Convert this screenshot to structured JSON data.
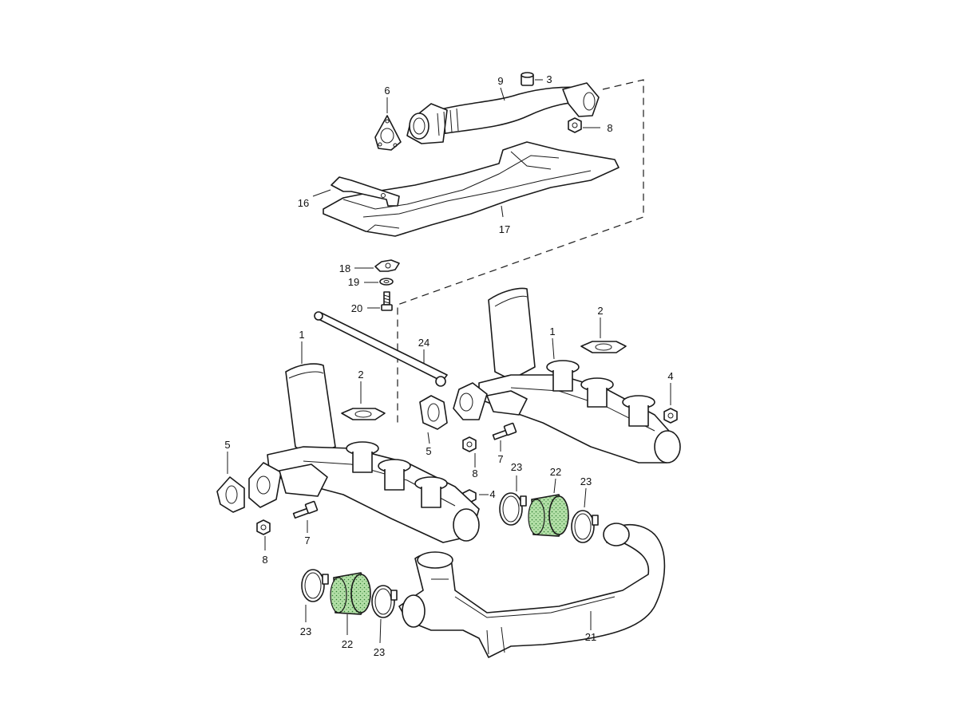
{
  "diagram": {
    "title": "",
    "callouts": [
      {
        "id": "c1",
        "text": "9"
      },
      {
        "id": "c2",
        "text": "3"
      },
      {
        "id": "c3",
        "text": "6"
      },
      {
        "id": "c4",
        "text": "8"
      },
      {
        "id": "c5",
        "text": "16"
      },
      {
        "id": "c6",
        "text": "17"
      },
      {
        "id": "c7",
        "text": "18"
      },
      {
        "id": "c8",
        "text": "19"
      },
      {
        "id": "c9",
        "text": "20"
      },
      {
        "id": "c10",
        "text": "1"
      },
      {
        "id": "c11",
        "text": "24"
      },
      {
        "id": "c12",
        "text": "2"
      },
      {
        "id": "c13",
        "text": "1"
      },
      {
        "id": "c14",
        "text": "2"
      },
      {
        "id": "c15",
        "text": "4"
      },
      {
        "id": "c16",
        "text": "5"
      },
      {
        "id": "c17",
        "text": "5"
      },
      {
        "id": "c18",
        "text": "8"
      },
      {
        "id": "c19",
        "text": "7"
      },
      {
        "id": "c20",
        "text": "23"
      },
      {
        "id": "c21",
        "text": "22"
      },
      {
        "id": "c22",
        "text": "23"
      },
      {
        "id": "c23",
        "text": "4"
      },
      {
        "id": "c24",
        "text": "7"
      },
      {
        "id": "c25",
        "text": "8"
      },
      {
        "id": "c26",
        "text": "21"
      },
      {
        "id": "c27",
        "text": "23"
      },
      {
        "id": "c28",
        "text": "22"
      },
      {
        "id": "c29",
        "text": "23"
      }
    ]
  },
  "colors": {
    "line": "#1a1a1a",
    "highlight": "#a8d8a0",
    "background": "#ffffff"
  }
}
